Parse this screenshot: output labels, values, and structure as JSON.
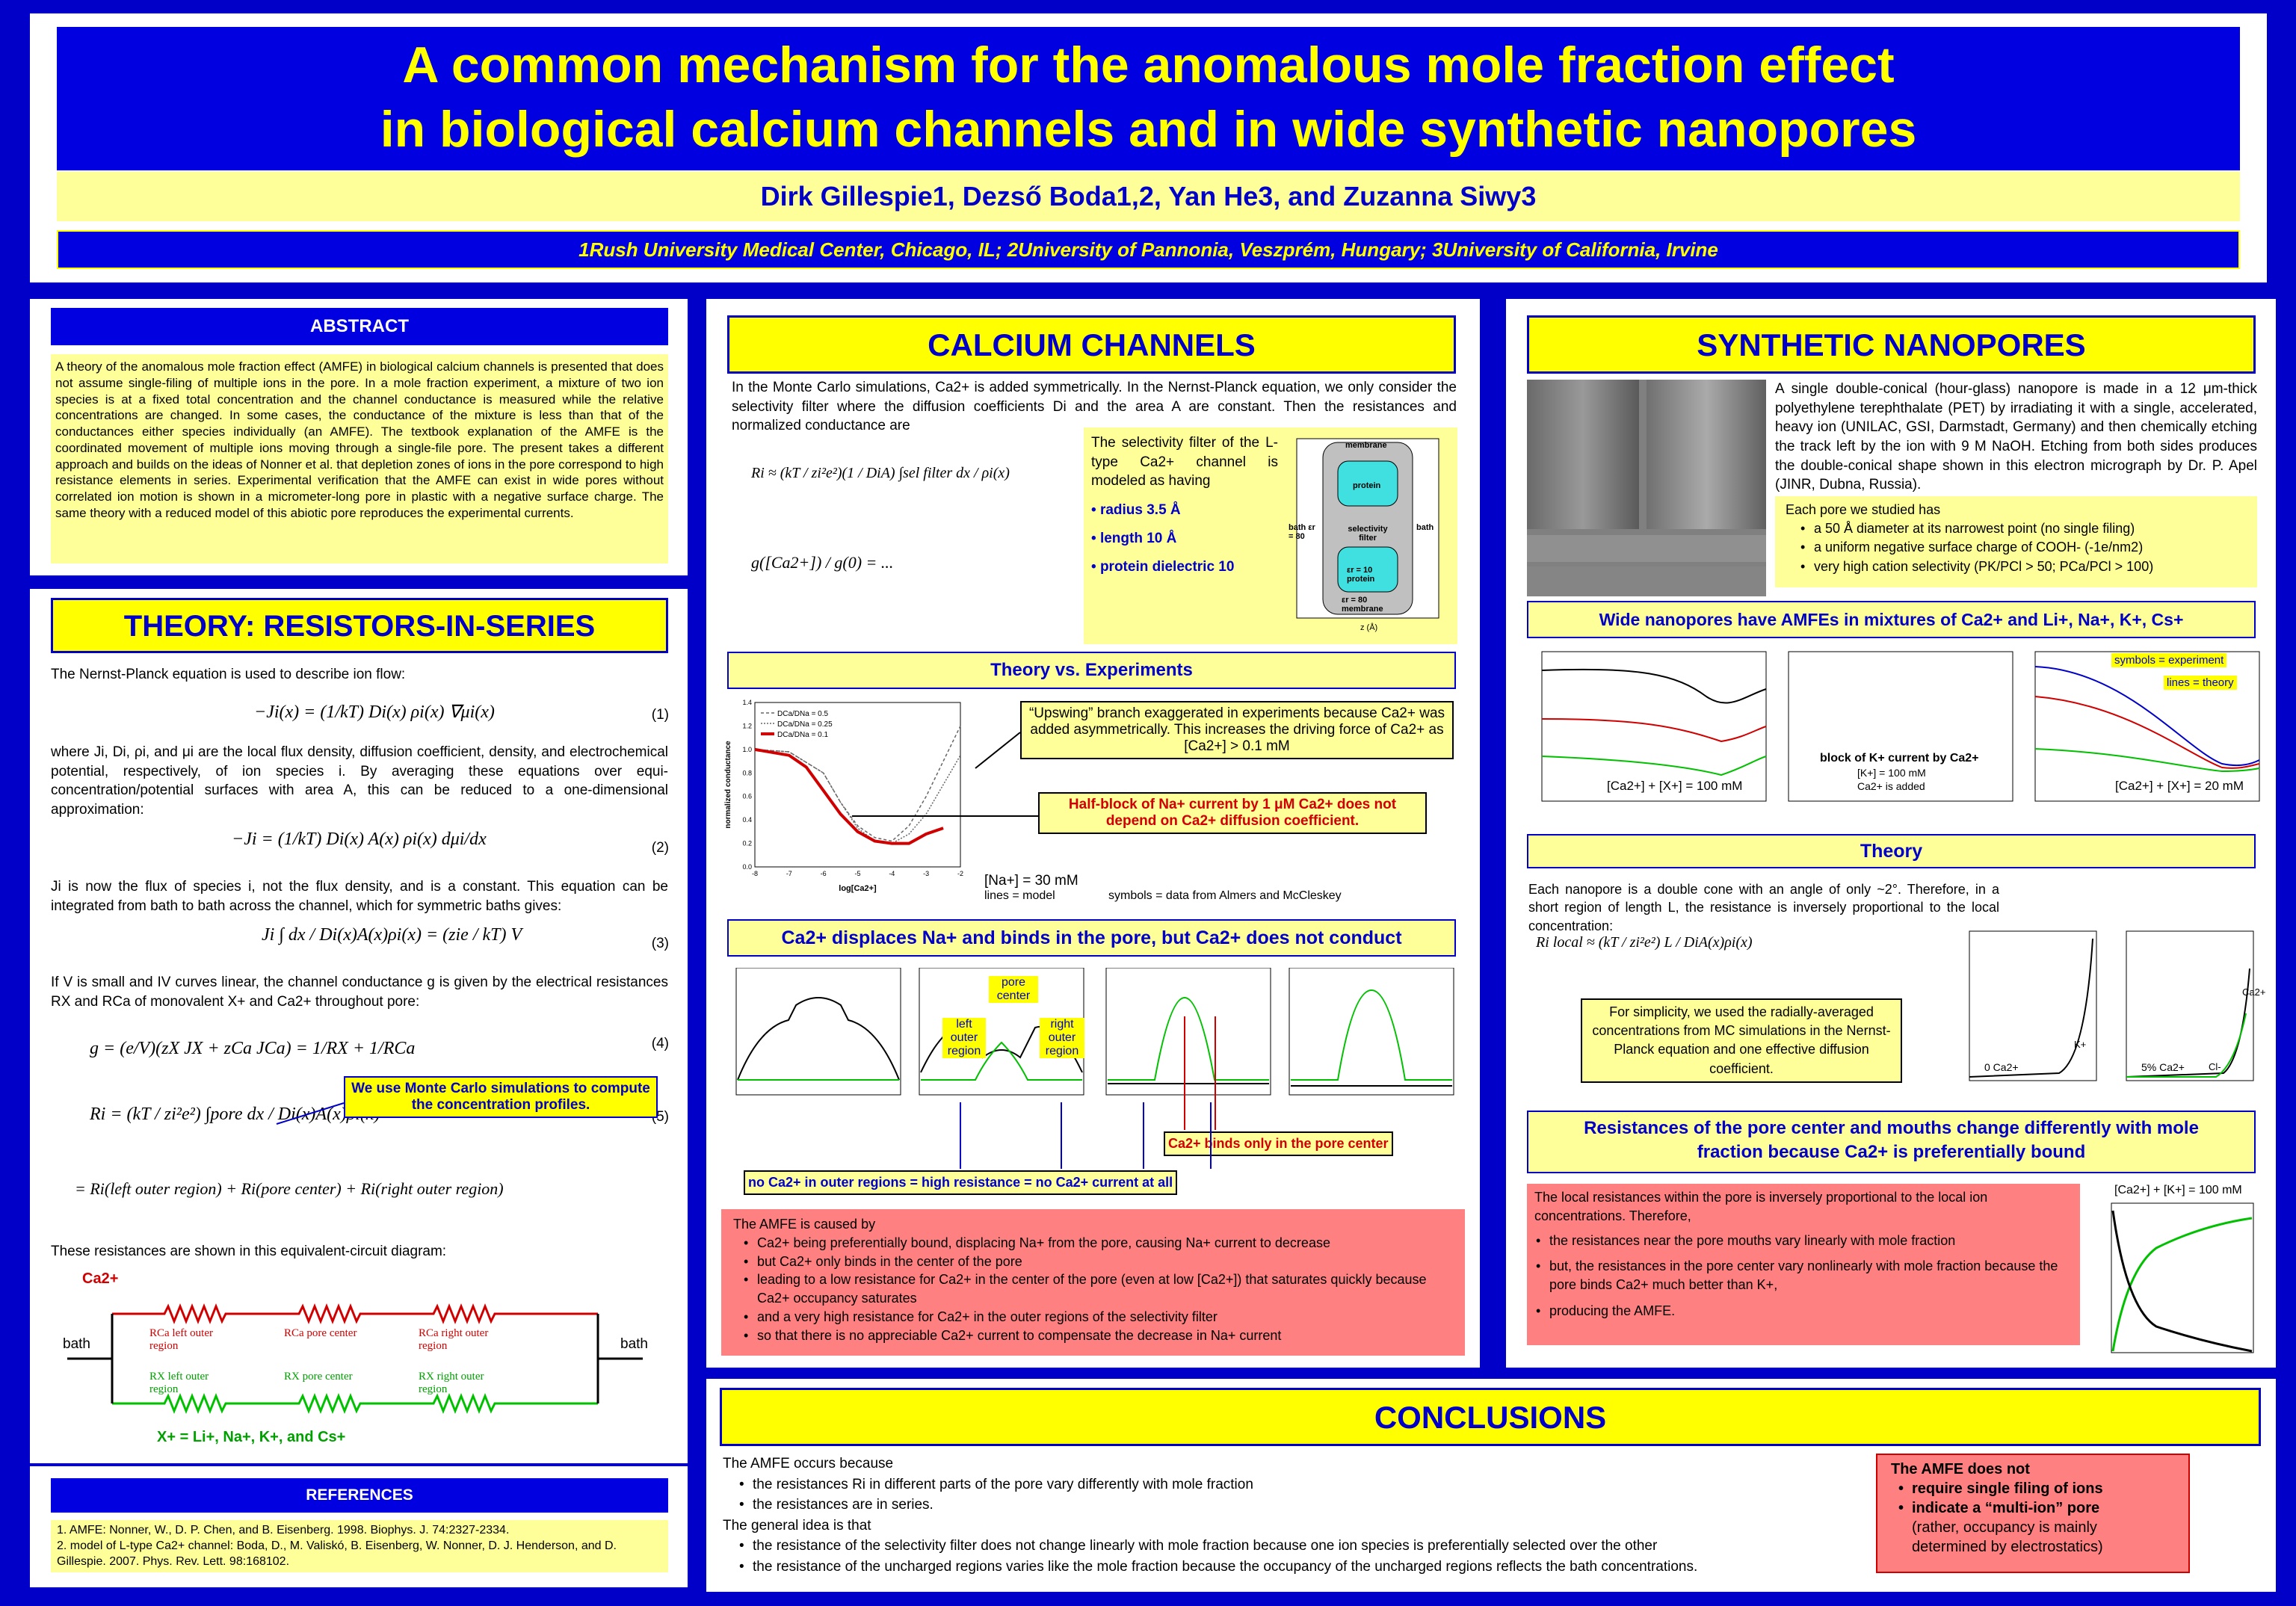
{
  "header": {
    "title_line1": "A common mechanism for the anomalous mole fraction effect",
    "title_line2": "in biological calcium channels and in wide synthetic nanopores",
    "authors": "Dirk Gillespie1, Dezső Boda1,2, Yan He3, and Zuzanna Siwy3",
    "affiliations": "1Rush University Medical Center, Chicago, IL; 2University of Pannonia, Veszprém, Hungary; 3University of California, Irvine"
  },
  "abstract": {
    "heading": "ABSTRACT",
    "text": "A theory of the anomalous mole fraction effect (AMFE) in biological calcium channels is presented that does not assume single-filing of multiple ions in the pore. In a mole fraction experiment, a mixture of two ion species is at a fixed total concentration and the channel conductance is measured while the relative concentrations are changed. In some cases, the conductance of the mixture is less than that of the conductances either species individually (an AMFE). The textbook explanation of the AMFE is the coordinated movement of multiple ions moving through a single-file pore. The present takes a different approach and builds on the ideas of Nonner et al. that depletion zones of ions in the pore correspond to high resistance elements in series. Experimental verification that the AMFE can exist in wide pores without correlated ion motion is shown in a micrometer-long pore in plastic with a negative surface charge. The same theory with a reduced model of this abiotic pore reproduces the experimental currents."
  },
  "theory": {
    "heading": "THEORY: RESISTORS-IN-SERIES",
    "p1": "The Nernst-Planck equation is used to describe ion flow:",
    "eq1": "−Ji(x) = (1/kT) Di(x) ρi(x) ∇μi(x)",
    "p2": "where Ji, Di, ρi, and μi are the local flux density, diffusion coefficient, density, and electrochemical potential, respectively, of ion species i. By averaging these equations over equi-concentration/potential surfaces with area A, this can be reduced to a one-dimensional approximation:",
    "eq2": "−Ji = (1/kT) Di(x) A(x) ρi(x) dμi/dx",
    "p3": "Ji is now the flux of species i, not the flux density, and is a constant. This equation can be integrated from bath to bath across the channel, which for symmetric baths gives:",
    "eq3": "Ji ∫ dx / Di(x)A(x)ρi(x) = (zie / kT) V",
    "p4": "If V is small and IV curves linear, the channel conductance g is given by the electrical resistances RX and RCa of monovalent X+ and Ca2+ throughout pore:",
    "eq4": "g = (e/V)(zX JX + zCa JCa) = 1/RX + 1/RCa",
    "eq5": "Ri = (kT / zi²e²) ∫pore dx / Di(x)A(x)ρi(x)",
    "eq6": "= Ri(left outer region) + Ri(pore center) + Ri(right outer region)",
    "callout": "We use Monte Carlo simulations to compute the concentration profiles.",
    "p5": "These resistances are shown in this equivalent-circuit diagram:",
    "eq_numbers": [
      "(1)",
      "(2)",
      "(3)",
      "(4)",
      "(5)"
    ],
    "circuit": {
      "ca_label": "Ca2+",
      "x_label": "X+ = Li+, Na+, K+, and Cs+",
      "bath_left": "bath",
      "bath_right": "bath",
      "r_ca": [
        "RCa left outer region",
        "RCa pore center",
        "RCa right outer region"
      ],
      "r_x": [
        "RX left outer region",
        "RX pore center",
        "RX right outer region"
      ]
    }
  },
  "references": {
    "heading": "REFERENCES",
    "items": [
      "1. AMFE: Nonner, W., D. P. Chen, and B. Eisenberg. 1998. Biophys. J. 74:2327-2334.",
      "2. model of L-type Ca2+ channel: Boda, D., M. Valiskó, B. Eisenberg, W. Nonner, D. J. Henderson, and D. Gillespie. 2007. Phys. Rev. Lett. 98:168102."
    ]
  },
  "calcium": {
    "heading": "CALCIUM CHANNELS",
    "intro": "In the Monte Carlo simulations, Ca2+ is added symmetrically. In the Nernst-Planck equation, we only consider the selectivity filter where the diffusion coefficients Di and the area A are constant. Then the resistances and normalized conductance are",
    "eq_r": "Ri ≈ (kT / zi²e²)(1 / DiA) ∫sel filter dx / ρi(x)",
    "eq_g": "g([Ca2+]) / g(0) = ...",
    "model_text": "The selectivity filter of the L-type Ca2+ channel is modeled as having",
    "model_items": [
      "radius 3.5 Å",
      "length 10 Å",
      "protein dielectric 10"
    ],
    "diagram_labels": [
      "membrane",
      "protein",
      "selectivity filter",
      "εr = 10 protein",
      "εr = 80 membrane",
      "bath εr = 80",
      "bath",
      "z (Å)"
    ],
    "subhead1": "Theory vs. Experiments",
    "upswing": "“Upswing” branch exaggerated in experiments because Ca2+ was added asymmetrically. This increases the driving force of Ca2+ as [Ca2+] > 0.1 mM",
    "halfblock": "Half-block of Na+ current by 1 μM Ca2+ does not depend on Ca2+ diffusion coefficient.",
    "chart_notes": [
      "[Na+] = 30 mM",
      "lines = model",
      "symbols = data from Almers and McCleskey"
    ],
    "subhead2": "Ca2+ displaces Na+ and binds in the pore, but Ca2+ does not conduct",
    "region_labels": [
      "pore center",
      "left outer region",
      "right outer region"
    ],
    "ca_binds": "Ca2+ binds only in the pore center",
    "no_ca": "no Ca2+ in outer regions = high resistance = no Ca2+ current at all",
    "amfe_lead": "The AMFE is caused by",
    "amfe_items": [
      "Ca2+ being preferentially bound, displacing Na+ from the pore, causing Na+ current to decrease",
      "but Ca2+ only binds in the center of the pore",
      "leading to a low resistance for Ca2+ in the center of the pore (even at low [Ca2+]) that saturates quickly because Ca2+ occupancy saturates",
      "and a very high resistance for Ca2+ in the outer regions of the selectivity filter",
      "so that there is no appreciable Ca2+ current to compensate the decrease in Na+ current"
    ]
  },
  "nanopores": {
    "heading": "SYNTHETIC NANOPORES",
    "intro": "A single double-conical (hour-glass) nanopore is made in a 12 μm-thick polyethylene terephthalate (PET) by irradiating it with a single, accelerated, heavy ion (UNILAC, GSI, Darmstadt, Germany) and then chemically etching the track left by the ion with 9 M NaOH. Etching from both sides produces the double-conical shape shown in this electron micrograph by Dr. P. Apel (JINR, Dubna, Russia).",
    "each_lead": "Each pore we studied has",
    "each_items": [
      "a 50 Å diameter at its narrowest point (no single filing)",
      "a uniform negative surface charge of COOH- (-1e/nm2)",
      "very high cation selectivity (PK/PCl > 50; PCa/PCl > 100)"
    ],
    "subhead1": "Wide nanopores have AMFEs in mixtures of Ca2+ and Li+, Na+, K+, Cs+",
    "chart_notes": [
      "[Ca2+] + [X+] = 100 mM",
      "block of K+ current by Ca2+",
      "[K+] = 100 mM",
      "Ca2+ is added",
      "symbols = experiment",
      "lines = theory",
      "[Ca2+] + [X+] = 20 mM"
    ],
    "subhead2": "Theory",
    "theory_text": "Each nanopore is a double cone with an angle of only ~2°. Therefore, in a short region of length L, the resistance is inversely proportional to the local concentration:",
    "eq_local": "Ri local ≈ (kT / zi²e²) L / DiA(x)ρi(x)",
    "simplicity": "For simplicity, we used the radially-averaged concentrations from MC simulations in the Nernst-Planck equation and one effective diffusion coefficient.",
    "conc_labels": [
      "0 Ca2+",
      "5% Ca2+",
      "K+",
      "Cl-",
      "Ca2+"
    ],
    "subhead3": "Resistances of the pore center and mouths change differently with mole fraction because Ca2+ is preferentially bound",
    "local_lead": "The local resistances within the pore is inversely proportional to the local ion concentrations. Therefore,",
    "local_items": [
      "the resistances near the pore mouths vary linearly with mole fraction",
      "but, the resistances in the pore center vary nonlinearly with mole fraction because the pore binds Ca2+ much better than K+,",
      "producing the AMFE."
    ],
    "local_chart_note": "[Ca2+] + [K+] = 100 mM"
  },
  "conclusions": {
    "heading": "CONCLUSIONS",
    "lead1": "The AMFE occurs because",
    "items1": [
      "the resistances Ri in different parts of the pore vary differently with mole fraction",
      "the resistances are in series."
    ],
    "lead2": "The general idea is that",
    "items2": [
      "the resistance of the selectivity filter does not change linearly with mole fraction because one ion species is preferentially selected over the other",
      "the resistance of the uncharged regions varies like the mole fraction because the occupancy of the uncharged regions reflects the bath concentrations."
    ],
    "box_lead": "The AMFE does not",
    "box_items": [
      "require single filing of ions",
      "indicate a “multi-ion” pore"
    ],
    "box_tail": "(rather, occupancy is mainly determined by electrostatics)"
  },
  "chart_data": [
    {
      "type": "line",
      "title": "",
      "xlabel": "log[Ca2+]",
      "ylabel": "normalized conductance",
      "xlim": [
        -8,
        -2
      ],
      "ylim": [
        0,
        1.4
      ],
      "series": [
        {
          "name": "DCa/DNa = 0.5",
          "x": [
            -8,
            -7,
            -6,
            -5.5,
            -5,
            -4.5,
            -4,
            -3.5,
            -3,
            -2.5,
            -2
          ],
          "y": [
            1.0,
            0.98,
            0.8,
            0.55,
            0.35,
            0.25,
            0.22,
            0.35,
            0.6,
            0.9,
            1.2
          ]
        },
        {
          "name": "DCa/DNa = 0.25",
          "x": [
            -8,
            -7,
            -6,
            -5.5,
            -5,
            -4.5,
            -4,
            -3.5,
            -3,
            -2.5,
            -2
          ],
          "y": [
            1.0,
            0.98,
            0.8,
            0.55,
            0.33,
            0.22,
            0.2,
            0.28,
            0.45,
            0.7,
            0.95
          ]
        },
        {
          "name": "DCa/DNa = 0.1",
          "x": [
            -8,
            -7,
            -6.5,
            -6,
            -5.5,
            -5,
            -4.5,
            -4,
            -3.5,
            -3,
            -2.5
          ],
          "y": [
            1.0,
            0.95,
            0.85,
            0.65,
            0.45,
            0.3,
            0.22,
            0.2,
            0.2,
            0.28,
            0.33
          ]
        }
      ]
    }
  ]
}
